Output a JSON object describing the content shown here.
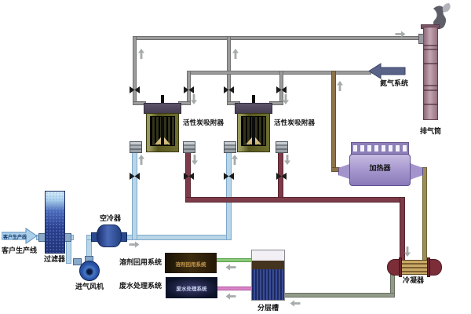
{
  "diagram": {
    "type": "process-flow-activated-carbon-solvent-recovery",
    "components": {
      "production_line_inlet": {
        "label": "客户生产线",
        "arrow_text": "客户生产线"
      },
      "filter": {
        "label": "过滤器"
      },
      "intake_fan": {
        "label": "进气风机"
      },
      "air_cooler": {
        "label": "空冷器"
      },
      "adsorbers": [
        {
          "label": "活性炭吸附器"
        },
        {
          "label": "活性炭吸附器"
        }
      ],
      "nitrogen_system": {
        "label": "氮气系统"
      },
      "exhaust_stack": {
        "label": "排气筒"
      },
      "heater": {
        "label": "加热器"
      },
      "condenser": {
        "label": "冷凝器"
      },
      "separation_tank": {
        "label": "分层槽"
      },
      "solvent_recovery": {
        "label": "溶剂回用系统",
        "box_text": "溶剂回用系统"
      },
      "wastewater_treatment": {
        "label": "废水处理系统",
        "box_text": "废水处理系统"
      }
    },
    "colors": {
      "exhaust_pipe": "#9c9c9c",
      "process_gas_pipe": "#b8d6e8",
      "desorption_pipe": "#7d3a49",
      "hot_gas_pipe": "#8f7348",
      "return_gas_pipe": "#9c8c58",
      "condensate_pipe": "#929a8a",
      "solvent_pipe": "#8cc87c",
      "wastewater_pipe": "#da85ca",
      "nitrogen_arrow": "#5a6488",
      "inlet_arrow": "#aacfe8",
      "adsorber_body": "#62621f",
      "heater_body": "#a394cc",
      "condenser_shell": "#7b2d38",
      "stack_shell": "#b396a0"
    }
  }
}
